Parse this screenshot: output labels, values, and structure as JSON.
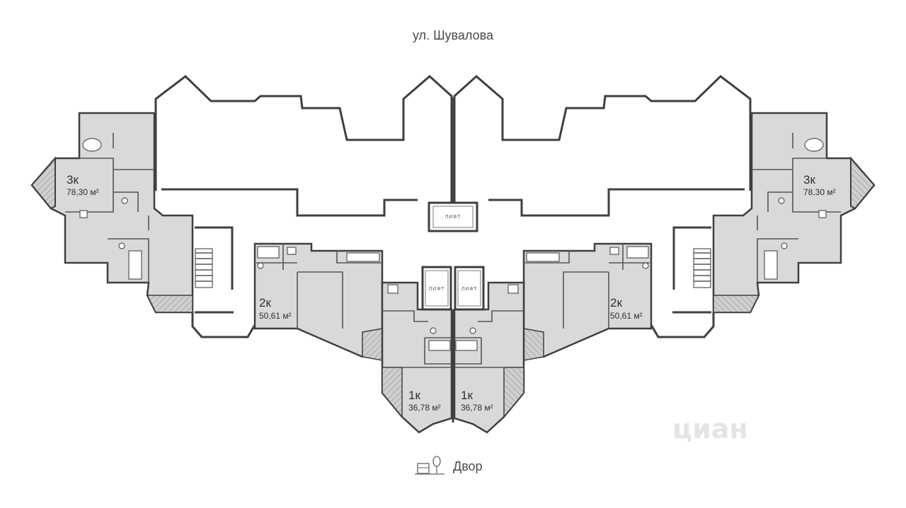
{
  "plan": {
    "street": "ул. Шувалова",
    "yard": "Двор",
    "lift_label": "ЛИФТ",
    "watermark": "циан",
    "apartments": [
      {
        "rooms": "3к",
        "area": "78,30 м²"
      },
      {
        "rooms": "3к",
        "area": "78,30 м²"
      },
      {
        "rooms": "2к",
        "area": "50,61 м²"
      },
      {
        "rooms": "2к",
        "area": "50,61 м²"
      },
      {
        "rooms": "1к",
        "area": "36,78 м²"
      },
      {
        "rooms": "1к",
        "area": "36,78 м²"
      }
    ]
  },
  "colors": {
    "unit_fill": "#d9d9d9",
    "wall": "#3f3f3f",
    "balcony_hatch": "#b0b0b0"
  }
}
